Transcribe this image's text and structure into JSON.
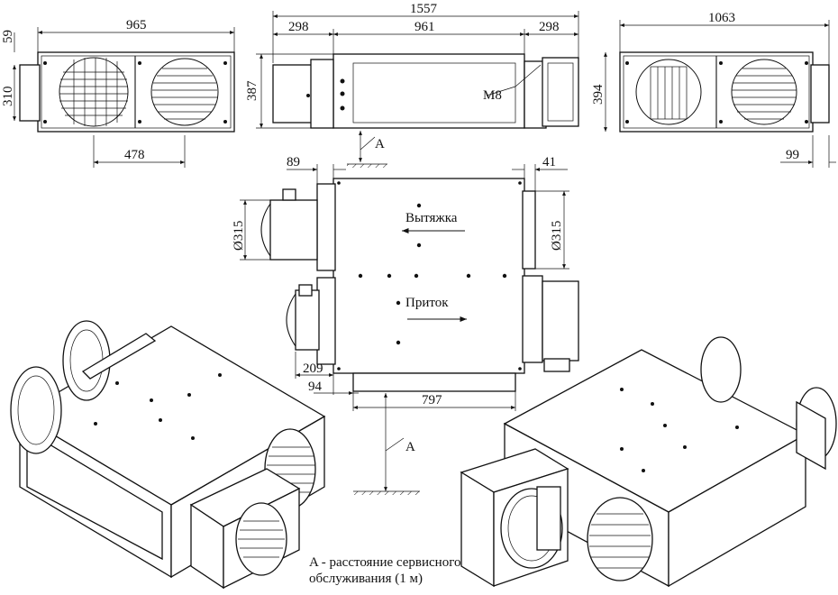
{
  "dimensions": {
    "front_width": "965",
    "front_height_left": "310",
    "front_offset_top": "59",
    "front_duct_spacing": "478",
    "side_total": "1557",
    "side_left": "298",
    "side_mid": "961",
    "side_right": "298",
    "side_height": "387",
    "bolt": "M8",
    "rear_width": "1063",
    "rear_height": "394",
    "rear_offset": "99",
    "top_left_offset": "89",
    "top_right_offset": "41",
    "duct_dia_left": "Ø315",
    "duct_dia_right": "Ø315",
    "top_bottom_209": "209",
    "top_bottom_94": "94",
    "top_bottom_797": "797"
  },
  "labels": {
    "service_a_top": "A",
    "service_a_bottom": "A",
    "exhaust": "Вытяжка",
    "supply": "Приток"
  },
  "note": {
    "line1": "A - расстояние сервисного",
    "line2": "обслуживания (1 м)"
  }
}
